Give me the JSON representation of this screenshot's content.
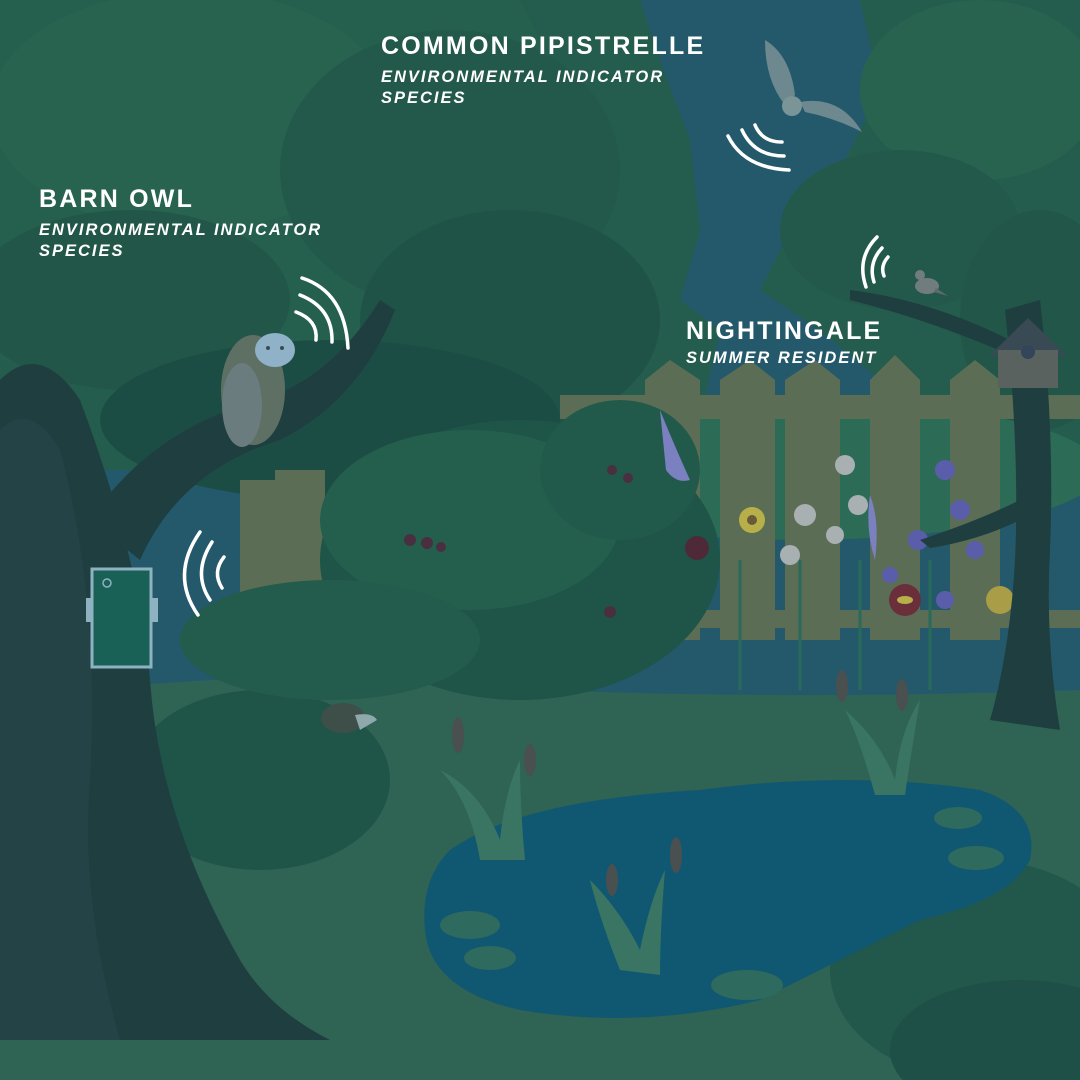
{
  "scene": {
    "description": "Night garden illustration with acoustic monitoring device and species detections",
    "colors": {
      "sky": "#24596b",
      "canopy_dark": "#1f5148",
      "canopy_mid": "#245d4d",
      "canopy_light": "#2a6a55",
      "ground": "#2f6354",
      "trunk": "#1f3e40",
      "pond": "#105872",
      "fence": "#5b6e55",
      "device_body": "#196157",
      "device_frame": "#8fb2c2",
      "signal": "#ffffff",
      "text": "#ffffff"
    }
  },
  "labels": [
    {
      "id": "common-pipistrelle",
      "title": "COMMON PIPISTRELLE",
      "subtitle": "ENVIRONMENTAL INDICATOR SPECIES"
    },
    {
      "id": "barn-owl",
      "title": "BARN OWL",
      "subtitle": "ENVIRONMENTAL INDICATOR SPECIES"
    },
    {
      "id": "nightingale",
      "title": "NIGHTINGALE",
      "subtitle": "SUMMER RESIDENT"
    }
  ],
  "icons": {
    "device": "acoustic-recorder-icon",
    "signal": "sound-wave-icon",
    "bat": "bat-icon",
    "owl": "owl-icon",
    "bird": "nightingale-icon",
    "hedgehog": "hedgehog-icon",
    "birdhouse": "birdhouse-icon"
  }
}
